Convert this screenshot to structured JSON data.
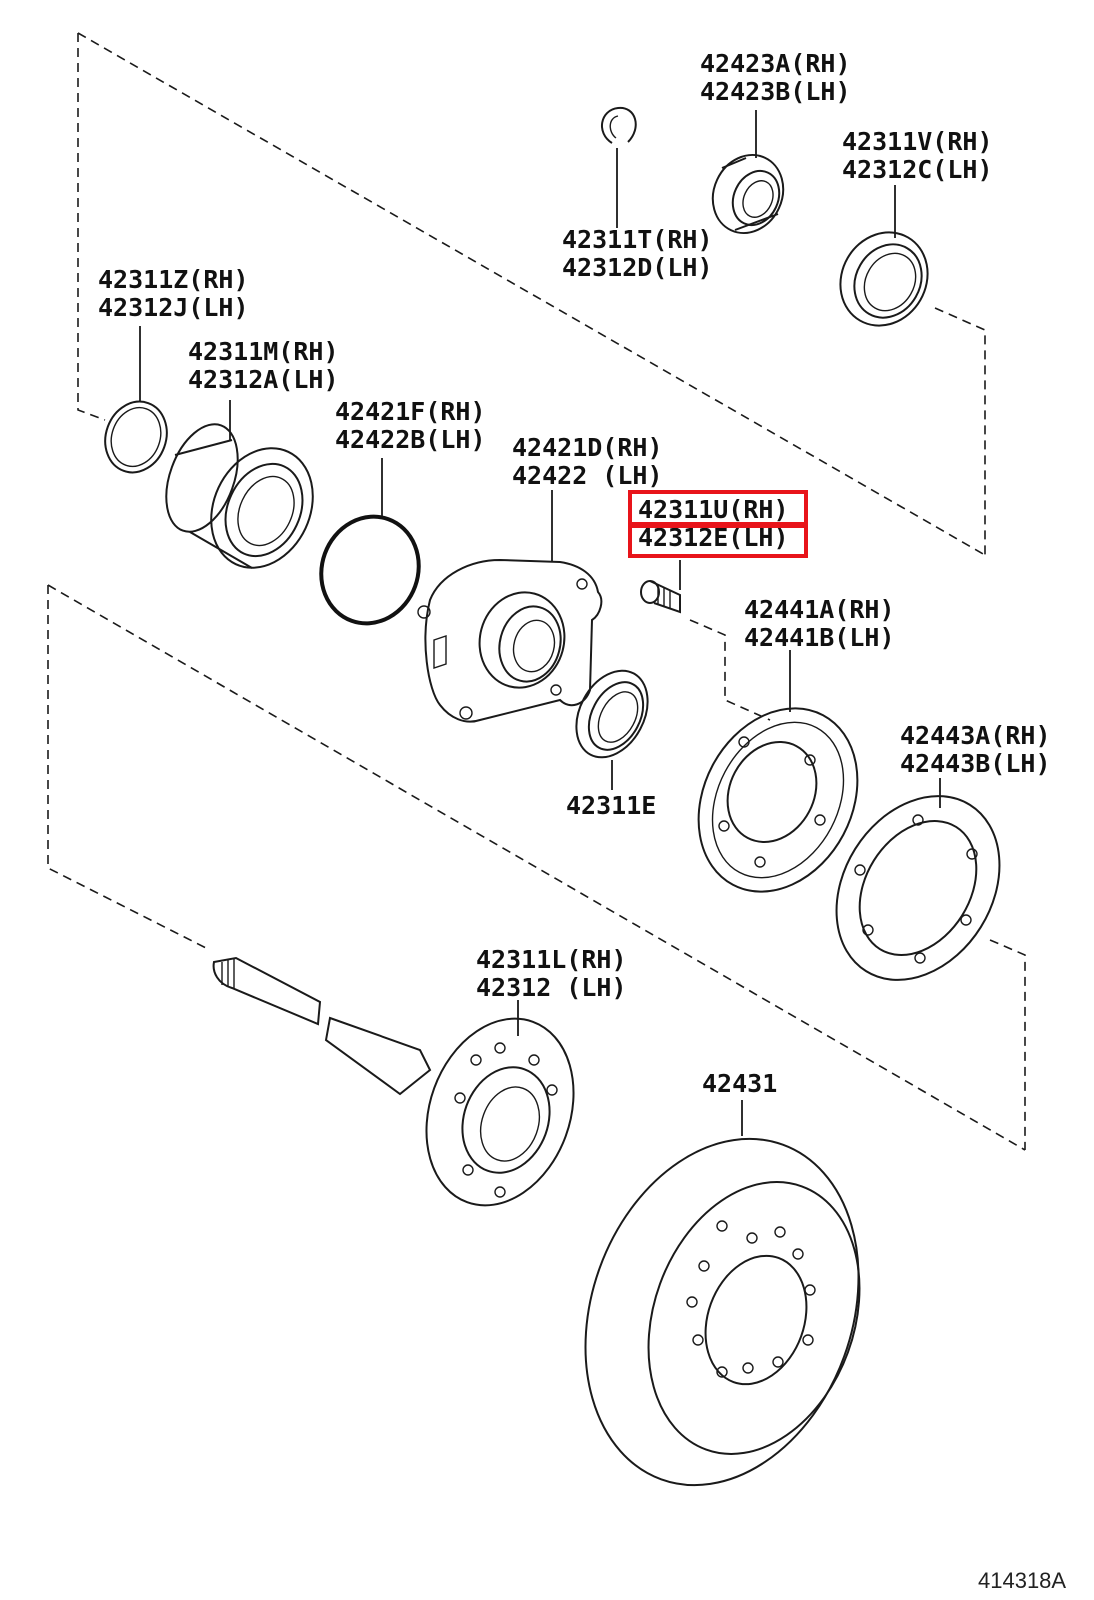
{
  "diagram_id": "414318A",
  "highlight_color": "#e8141a",
  "parts": {
    "p42423": {
      "line1": "42423A(RH)",
      "line2": "42423B(LH)"
    },
    "p42311V": {
      "line1": "42311V(RH)",
      "line2": "42312C(LH)"
    },
    "p42311T": {
      "line1": "42311T(RH)",
      "line2": "42312D(LH)"
    },
    "p42311Z": {
      "line1": "42311Z(RH)",
      "line2": "42312J(LH)"
    },
    "p42311M": {
      "line1": "42311M(RH)",
      "line2": "42312A(LH)"
    },
    "p42421F": {
      "line1": "42421F(RH)",
      "line2": "42422B(LH)"
    },
    "p42421D": {
      "line1": "42421D(RH)",
      "line2": "42422 (LH)"
    },
    "p42311U": {
      "line1": "42311U(RH)",
      "line2": "42312E(LH)"
    },
    "p42441": {
      "line1": "42441A(RH)",
      "line2": "42441B(LH)"
    },
    "p42443": {
      "line1": "42443A(RH)",
      "line2": "42443B(LH)"
    },
    "p42311E": {
      "line1": "42311E"
    },
    "p42311L": {
      "line1": "42311L(RH)",
      "line2": "42312 (LH)"
    },
    "p42431": {
      "line1": "42431"
    }
  }
}
